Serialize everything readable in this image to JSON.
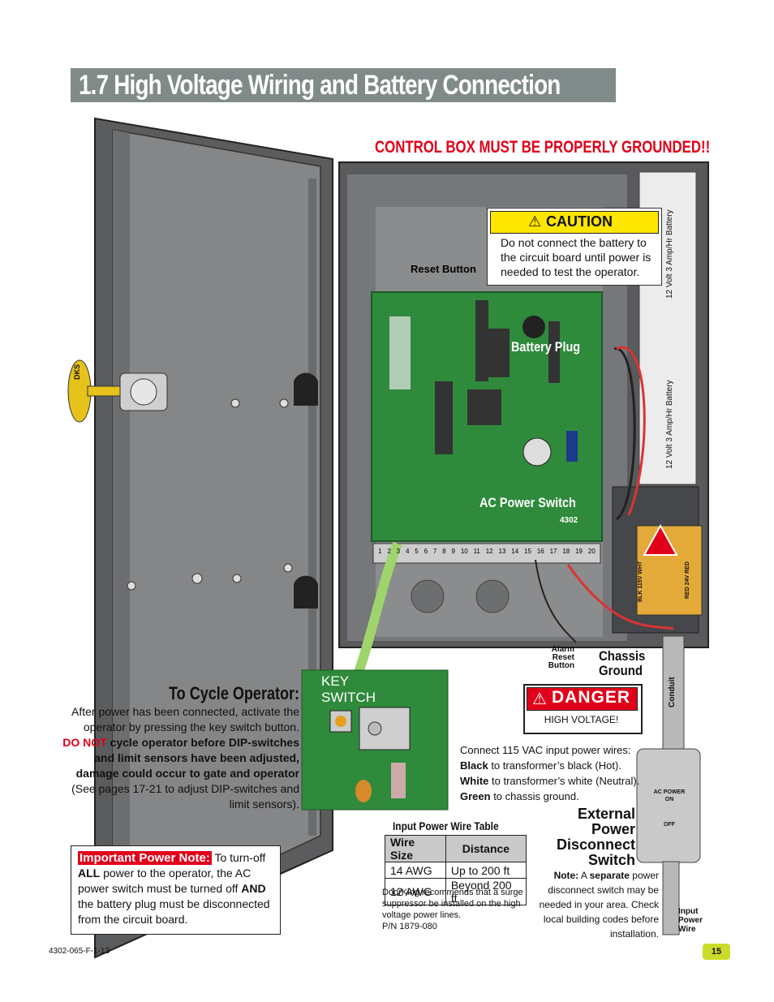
{
  "title": "1.7 High Voltage Wiring and Battery Connection",
  "ground_warning": "CONTROL BOX MUST BE PROPERLY GROUNDED!!",
  "caution": {
    "header": "CAUTION",
    "text": "Do not connect the battery to the circuit board until power is needed to test the operator."
  },
  "labels": {
    "reset_button": "Reset Button",
    "battery_plug": "Battery Plug",
    "ac_power_switch": "AC Power Switch",
    "board_model": "4302",
    "battery_1": "12 Volt 3 Amp/Hr Battery",
    "battery_2": "12 Volt 3 Amp/Hr Battery",
    "transformer_left": "BLK 115V WHT",
    "transformer_right": "RED 24V RED",
    "alarm_reset_1": "Alarm",
    "alarm_reset_2": "Reset",
    "alarm_reset_3": "Button",
    "chassis_ground_1": "Chassis",
    "chassis_ground_2": "Ground",
    "conduit": "Conduit",
    "key_switch_1": "KEY",
    "key_switch_2": "SWITCH",
    "ac_power": "AC POWER",
    "on": "ON",
    "off": "OFF",
    "input_power_wire_1": "Input",
    "input_power_wire_2": "Power",
    "input_power_wire_3": "Wire",
    "key_brand": "DKS"
  },
  "terminals": [
    "1",
    "2",
    "3",
    "4",
    "5",
    "6",
    "7",
    "8",
    "9",
    "10",
    "11",
    "12",
    "13",
    "14",
    "15",
    "16",
    "17",
    "18",
    "19",
    "20"
  ],
  "cycle_operator": {
    "heading": "To Cycle Operator:",
    "line1": "After power has been connected, activate the",
    "line2": "operator by pressing the key switch button.",
    "do_not": "DO NOT",
    "warn1": " cycle operator before DIP-switches",
    "warn2": "and limit sensors have been adjusted,",
    "warn3": "damage could occur to gate and operator",
    "line3": "(See pages 17-21 to adjust DIP-switches and",
    "line4": "limit sensors)."
  },
  "danger": {
    "header": "DANGER",
    "text": "HIGH VOLTAGE!"
  },
  "connect": {
    "intro": "Connect 115 VAC input power wires:",
    "black_b": "Black",
    "black_t": " to transformer’s black (Hot).",
    "white_b": "White",
    "white_t": " to transformer’s white (Neutral).",
    "green_b": "Green",
    "green_t": " to chassis ground."
  },
  "wire_table": {
    "title": "Input Power Wire Table",
    "headers": [
      "Wire Size",
      "Distance"
    ],
    "rows": [
      [
        "14 AWG",
        "Up to 200 ft"
      ],
      [
        "12 AWG",
        "Beyond 200 ft"
      ]
    ]
  },
  "suppressor": {
    "l1": "DoorKing recommends that a surge",
    "l2": "suppressor be installed on the high",
    "l3": "voltage power lines.",
    "l4": "P/N 1879-080"
  },
  "disconnect": {
    "h1": "External",
    "h2": "Power",
    "h3": "Disconnect",
    "h4": "Switch",
    "note_b": "Note:",
    "note_a": " A ",
    "note_sep": "separate",
    "note_t1": " power",
    "note_t2": "disconnect switch may be",
    "note_t3": "needed in your area. Check",
    "note_t4": "local building codes before",
    "note_t5": "installation."
  },
  "power_note": {
    "heading": "Important Power Note:",
    "t1": " To turn-off",
    "all": "ALL",
    "t2": " power to the operator, the AC",
    "t3": "power switch must be turned off ",
    "and": "AND",
    "t4": "the battery plug must be disconnected",
    "t5": "from the circuit board."
  },
  "doc_number": "4302-065-F-1-13",
  "page_number": "15",
  "colors": {
    "title_bar": "#808a89",
    "warning_red": "#e0001a",
    "caution_yellow": "#ffe600",
    "board_green": "#2f8a3c",
    "page_tab": "#cddc2a"
  }
}
